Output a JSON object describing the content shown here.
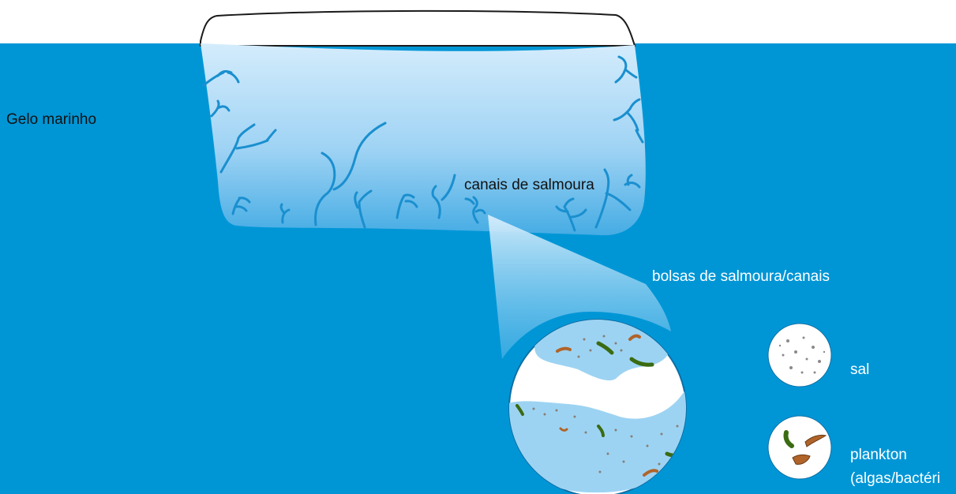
{
  "labels": {
    "sea_ice": "Gelo marinho",
    "brine_channels": "canais de salmoura",
    "brine_pockets": "bolsas de salmoura/canais",
    "salt": "sal",
    "plankton_line1": "plankton",
    "plankton_line2": "(algas/bactéri"
  },
  "colors": {
    "ocean": "#0096d6",
    "ice_top": "#cfe9fb",
    "ice_bottom": "#4fb2e6",
    "channel": "#1a8fcf",
    "brine": "#9dd3f2",
    "algae_green": "#3b6b12",
    "algae_brown": "#b0642a"
  }
}
